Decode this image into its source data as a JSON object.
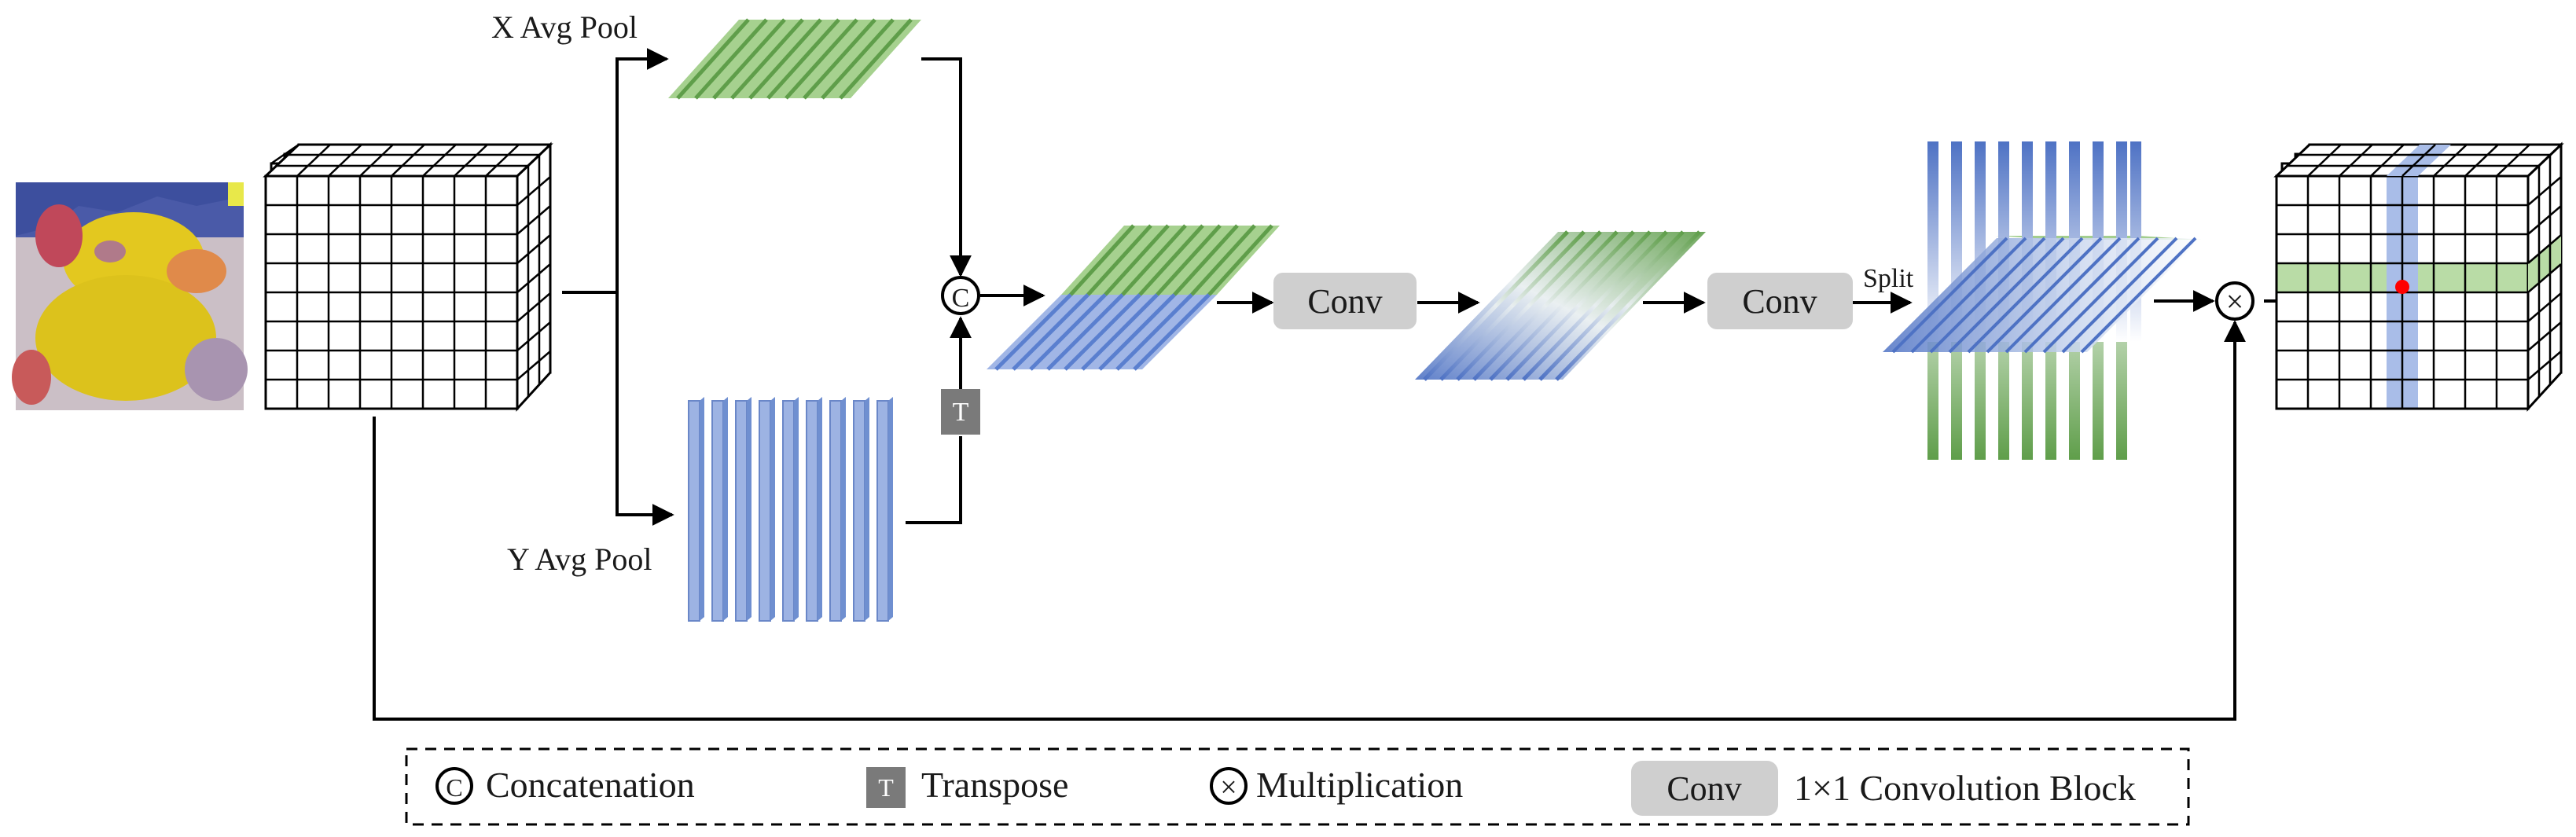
{
  "labels": {
    "x_avg_pool": "X Avg Pool",
    "y_avg_pool": "Y Avg Pool",
    "conv_1": "Conv",
    "conv_2": "Conv",
    "split": "Split"
  },
  "operators": {
    "concat_symbol": "C",
    "transpose_symbol": "T",
    "multiply_symbol": "×"
  },
  "legend": {
    "concat_symbol": "C",
    "concat_label": "Concatenation",
    "transpose_symbol": "T",
    "transpose_label": "Transpose",
    "multiply_symbol": "×",
    "multiply_label": "Multiplication",
    "conv_block": "Conv",
    "conv_label": "1×1 Convolution Block"
  },
  "colors": {
    "green": "#9ccb86",
    "green_dark": "#6fa85a",
    "blue": "#8fa9dc",
    "blue_dark": "#4e72c4",
    "conv_box": "#cfcfcf",
    "transpose_box": "#7a7a7a",
    "highlight_dot": "#ff0000"
  },
  "icons": {
    "input_image": "photo-of-yellow-duck-icon"
  }
}
